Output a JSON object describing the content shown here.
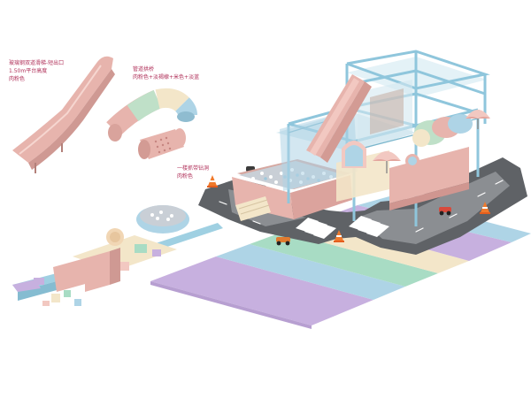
{
  "labels": {
    "slide": {
      "line1": "玻璃钢双道滑梯-短出口",
      "line2": "1.50m平台高度",
      "line3": "肉粉色"
    },
    "tube": {
      "line1": "管道拱桥",
      "line2": "肉粉色+淡褐棣+米色+淡蓝"
    },
    "barrel": {
      "line1": "一楼抓带钻洞",
      "line2": "肉粉色"
    }
  },
  "colors": {
    "label_text": "#b0315a",
    "frame_blue": "#8fc6dc",
    "soft_pink": "#e7b4ad",
    "road_gray": "#5f6266",
    "mint": "#a8dcc4",
    "lavender": "#c7b0df",
    "cream": "#f3e6c9",
    "sky": "#aed4e6"
  }
}
